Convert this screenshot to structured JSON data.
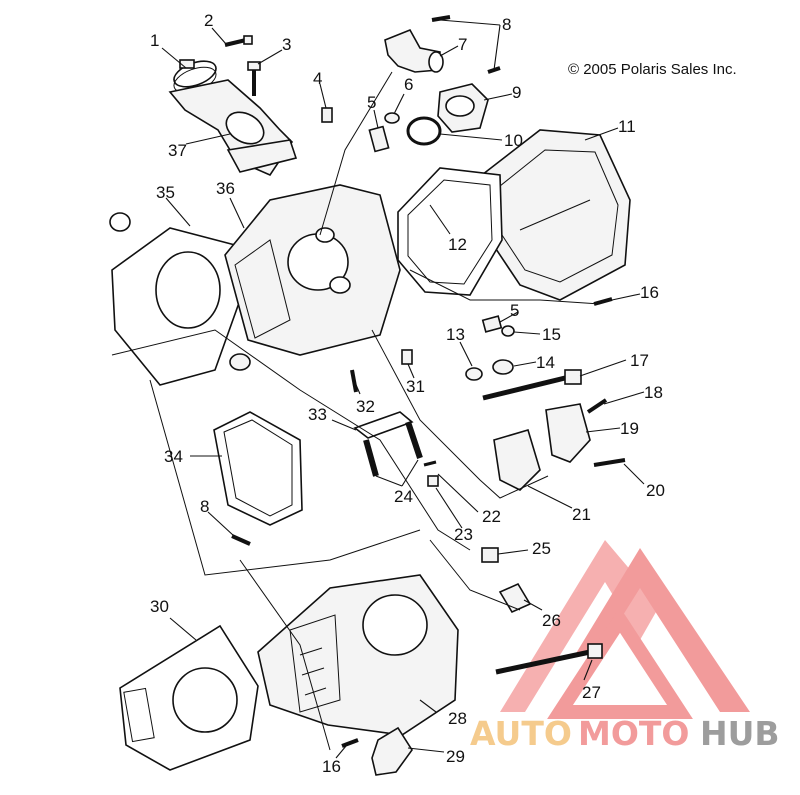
{
  "copyright": "© 2005 Polaris Sales Inc.",
  "callouts": [
    "1",
    "2",
    "3",
    "4",
    "5",
    "6",
    "7",
    "8",
    "9",
    "10",
    "11",
    "12",
    "13",
    "14",
    "15",
    "16",
    "17",
    "18",
    "19",
    "20",
    "21",
    "22",
    "23",
    "24",
    "25",
    "26",
    "27",
    "28",
    "29",
    "30",
    "31",
    "32",
    "33",
    "34",
    "35",
    "36",
    "37"
  ],
  "callouts_repeated": {
    "eight_lower": "8",
    "five_lower": "5",
    "sixteen_lower": "16"
  },
  "watermark": {
    "part1": "AUTO",
    "part2": "MOTO",
    "part3": "HUB"
  },
  "colors": {
    "line": "#111111",
    "watermark_red": "#f08a8a",
    "watermark_orange": "#f4c27a",
    "watermark_gray": "#8c8c8c"
  }
}
